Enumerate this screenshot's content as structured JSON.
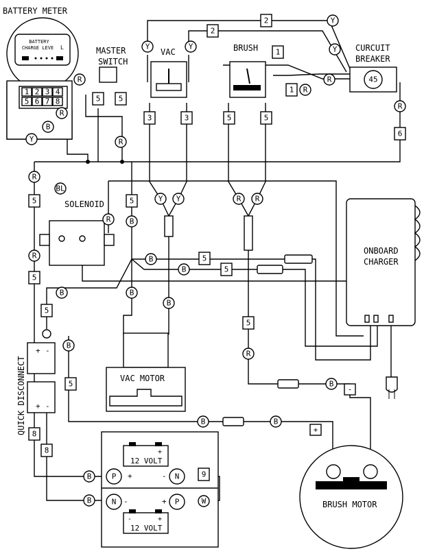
{
  "labels": {
    "battery_meter": "BATTERY METER",
    "battery_charge_level_1": "BATTERY",
    "battery_charge_level_2": "CHARGE LEVE",
    "meter_l": "L",
    "meter_digits": [
      "1",
      "2",
      "3",
      "4",
      "5",
      "6",
      "7",
      "8"
    ],
    "master_switch_1": "MASTER",
    "master_switch_2": "SWITCH",
    "vac": "VAC",
    "brush": "BRUSH",
    "circuit_breaker_1": "CURCUIT",
    "circuit_breaker_2": "BREAKER",
    "breaker_value": "45",
    "solenoid": "SOLENOID",
    "onboard_charger_1": "ONBOARD",
    "onboard_charger_2": "CHARGER",
    "vac_motor": "VAC MOTOR",
    "brush_motor": "BRUSH MOTOR",
    "quick_disconnect": "QUICK DISCONNECT",
    "battery_top": "12 VOLT",
    "battery_bottom": "12 VOLT",
    "plus": "+",
    "minus": "-",
    "P": "P",
    "N": "N"
  },
  "wire_colors": [
    "R",
    "Y",
    "B",
    "BL",
    "W"
  ],
  "wire_numbers": [
    "1",
    "2",
    "3",
    "5",
    "6",
    "8",
    "9"
  ]
}
